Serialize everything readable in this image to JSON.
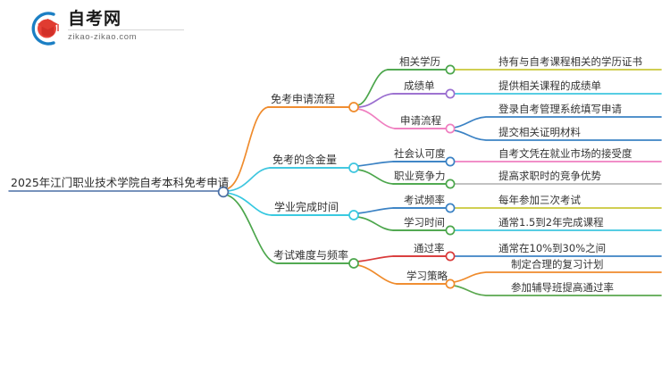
{
  "logo": {
    "name": "zikao-logo",
    "title": "自考网",
    "subtitle": "zikao-zikao.com",
    "mark_icon": "graduation-cap-icon",
    "arc_color": "#1b7fc4",
    "cap_color": "#e03c31"
  },
  "colors": {
    "root_line": "#4a6fa5",
    "orange": "#ef8b2c",
    "cyan": "#3fc6df",
    "teal": "#35c8e0",
    "green": "#4ca64c",
    "leaf_green": "#5aa84f",
    "purple": "#9b6fd0",
    "pink": "#ef7fc0",
    "blue": "#3b82c4",
    "red": "#d93a3a",
    "olive": "#c9c83a",
    "grey": "#b9b9b9",
    "text": "#333333"
  },
  "mindmap": {
    "type": "mindmap",
    "root": {
      "label": "2025年江门职业技术学院自考本科免考申请",
      "branches": [
        {
          "label": "免考申请流程",
          "color": "#ef8b2c",
          "children": [
            {
              "label": "相关学历",
              "color": "#4ca64c",
              "children": [
                {
                  "label": "持有与自考课程相关的学历证书",
                  "color": "#c9c83a"
                }
              ]
            },
            {
              "label": "成绩单",
              "color": "#9b6fd0",
              "children": [
                {
                  "label": "提供相关课程的成绩单",
                  "color": "#3fc6df"
                }
              ]
            },
            {
              "label": "申请流程",
              "color": "#ef7fc0",
              "children": [
                {
                  "label": "登录自考管理系统填写申请",
                  "color": "#3b82c4"
                },
                {
                  "label": "提交相关证明材料",
                  "color": "#3b82c4"
                }
              ]
            }
          ]
        },
        {
          "label": "免考的含金量",
          "color": "#3fc6df",
          "children": [
            {
              "label": "社会认可度",
              "color": "#3b82c4",
              "children": [
                {
                  "label": "自考文凭在就业市场的接受度",
                  "color": "#ef7fc0"
                }
              ]
            },
            {
              "label": "职业竞争力",
              "color": "#4ca64c",
              "children": [
                {
                  "label": "提高求职时的竞争优势",
                  "color": "#b9b9b9"
                }
              ]
            }
          ]
        },
        {
          "label": "学业完成时间",
          "color": "#35c8e0",
          "children": [
            {
              "label": "考试频率",
              "color": "#3b82c4",
              "children": [
                {
                  "label": "每年参加三次考试",
                  "color": "#c9c83a"
                }
              ]
            },
            {
              "label": "学习时间",
              "color": "#4ca64c",
              "children": [
                {
                  "label": "通常1.5到2年完成课程",
                  "color": "#3fc6df"
                }
              ]
            }
          ]
        },
        {
          "label": "考试难度与频率",
          "color": "#4ca64c",
          "children": [
            {
              "label": "通过率",
              "color": "#d93a3a",
              "children": [
                {
                  "label": "通常在10%到30%之间",
                  "color": "#3b82c4"
                }
              ]
            },
            {
              "label": "学习策略",
              "color": "#ef8b2c",
              "children": [
                {
                  "label": "制定合理的复习计划",
                  "color": "#ef8b2c"
                },
                {
                  "label": "参加辅导班提高通过率",
                  "color": "#5aa84f"
                }
              ]
            }
          ]
        }
      ]
    }
  }
}
